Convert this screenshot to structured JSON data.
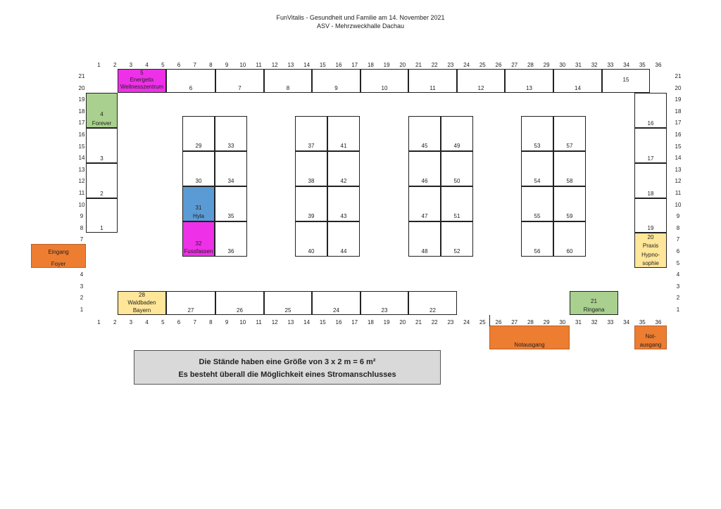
{
  "header": {
    "title": "FunVitalis - Gesundheit und Familie am 14. November 2021",
    "subtitle": "ASV - Mehrzweckhalle Dachau"
  },
  "colors": {
    "magenta": "#ee30e8",
    "green": "#a9d08e",
    "blue": "#5b9bd5",
    "yellow": "#ffe699",
    "orange": "#ed7d31"
  },
  "columns": [
    "1",
    "2",
    "3",
    "4",
    "5",
    "6",
    "7",
    "8",
    "9",
    "10",
    "11",
    "12",
    "13",
    "14",
    "15",
    "16",
    "17",
    "18",
    "19",
    "20",
    "21",
    "22",
    "23",
    "24",
    "25",
    "26",
    "27",
    "28",
    "29",
    "30",
    "31",
    "32",
    "33",
    "34",
    "35",
    "36"
  ],
  "rows": [
    "21",
    "20",
    "19",
    "18",
    "17",
    "16",
    "15",
    "14",
    "13",
    "12",
    "11",
    "10",
    "9",
    "8",
    "7",
    "6",
    "5",
    "4",
    "3",
    "2",
    "1"
  ],
  "stands": {
    "s1": "1",
    "s2": "2",
    "s3": "3",
    "s4": "4",
    "s4n": "Forever",
    "s5": "5",
    "s5n1": "Energetix",
    "s5n2": "Wellnesszentrum",
    "s6": "6",
    "s7": "7",
    "s8": "8",
    "s9": "9",
    "s10": "10",
    "s11": "11",
    "s12": "12",
    "s13": "13",
    "s14": "14",
    "s15": "15",
    "s16": "16",
    "s17": "17",
    "s18": "18",
    "s19": "19",
    "s20": "20",
    "s20n1": "Praxis",
    "s20n2": "Hypno-",
    "s20n3": "sophie",
    "s21": "21",
    "s21n": "Ringana",
    "s22": "22",
    "s23": "23",
    "s24": "24",
    "s25": "25",
    "s26": "26",
    "s27": "27",
    "s28": "28",
    "s28n1": "Waldbaden",
    "s28n2": "Bayern",
    "s29": "29",
    "s30": "30",
    "s31": "31",
    "s31n": "Hyla",
    "s32": "32",
    "s32n": "Fussfassen",
    "s33": "33",
    "s34": "34",
    "s35": "35",
    "s36": "36",
    "s37": "37",
    "s38": "38",
    "s39": "39",
    "s40": "40",
    "s41": "41",
    "s42": "42",
    "s43": "43",
    "s44": "44",
    "s45": "45",
    "s46": "46",
    "s47": "47",
    "s48": "48",
    "s49": "49",
    "s50": "50",
    "s51": "51",
    "s52": "52",
    "s53": "53",
    "s54": "54",
    "s55": "55",
    "s56": "56",
    "s57": "57",
    "s58": "58",
    "s59": "59",
    "s60": "60"
  },
  "exits": {
    "entrance1": "Eingang",
    "entrance2": "Foyer",
    "emergency": "Notausgang",
    "emergency2a": "Not-",
    "emergency2b": "ausgang"
  },
  "info": {
    "line1": "Die Stände haben eine Größe von 3 x 2 m = 6 m²",
    "line2": "Es besteht überall die Möglichkeit eines Stromanschlusses"
  }
}
